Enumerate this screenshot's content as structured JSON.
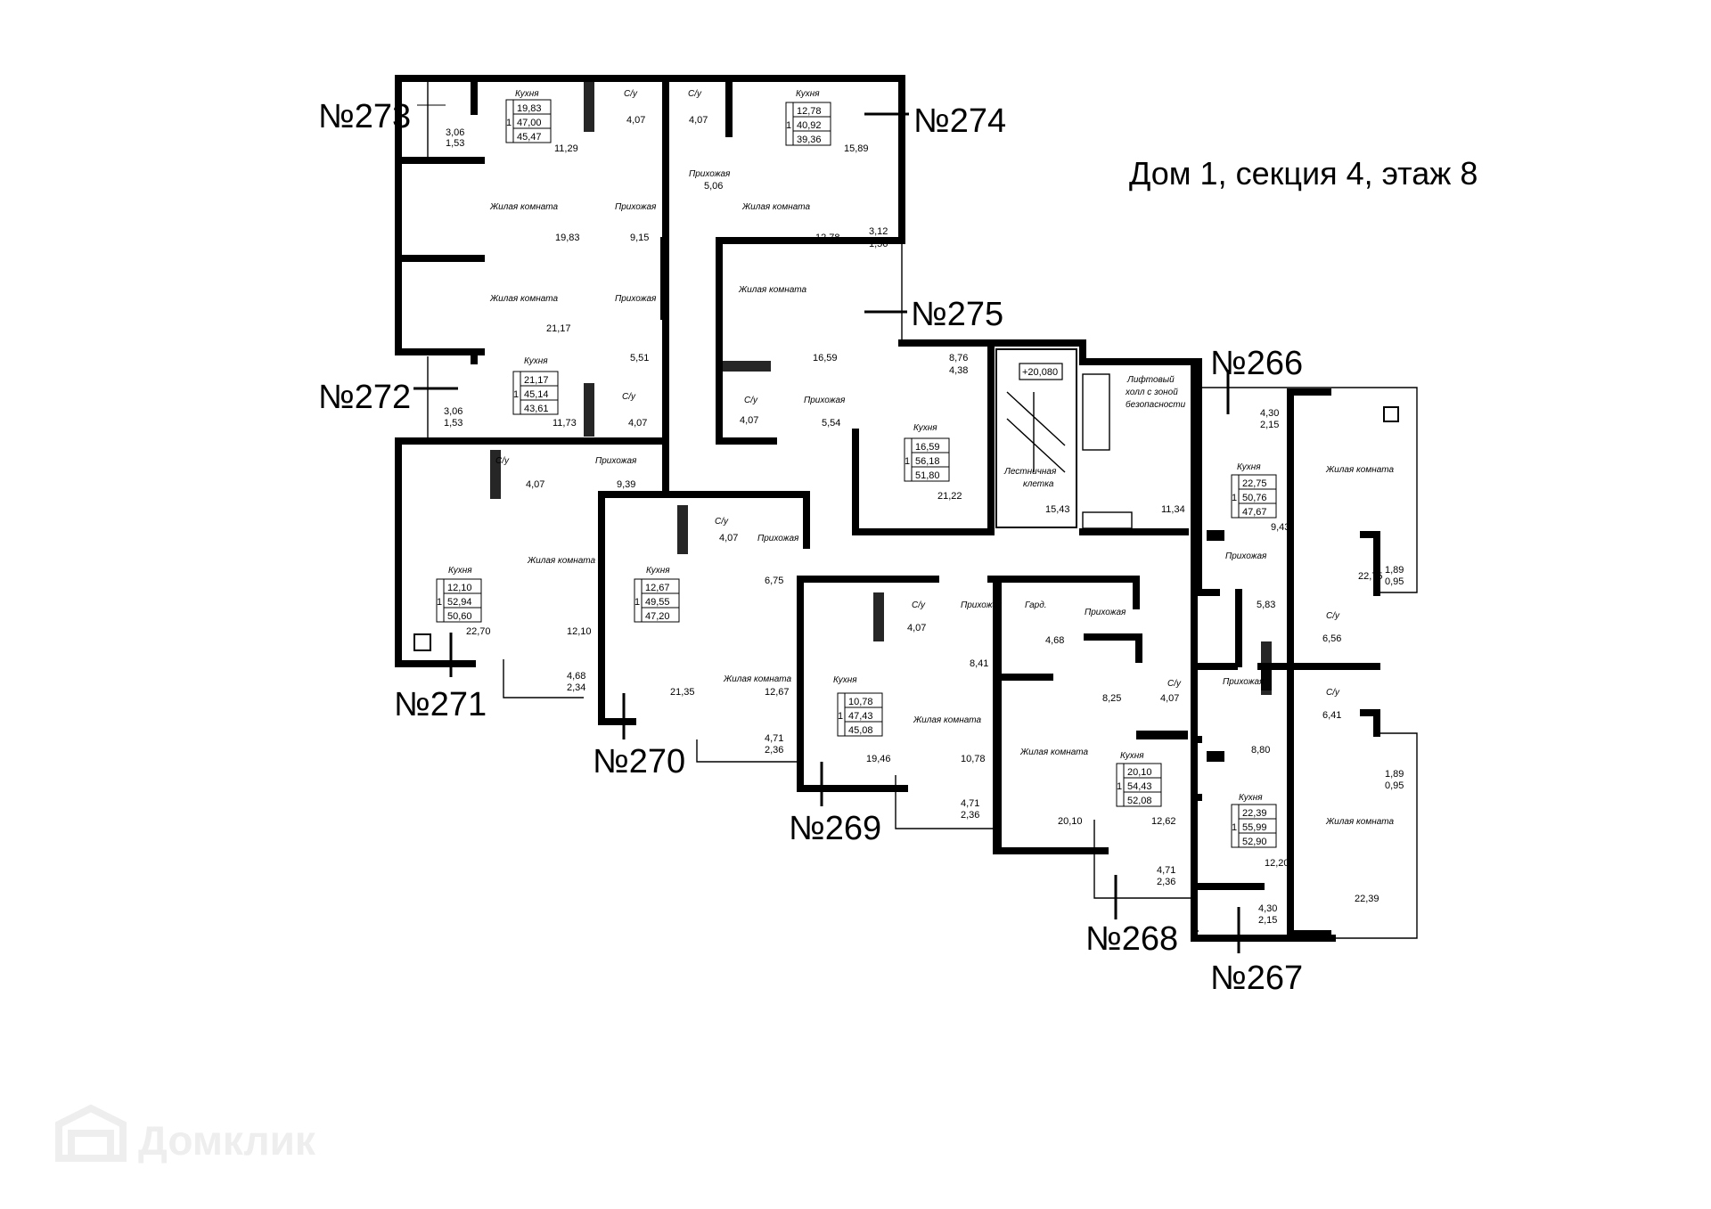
{
  "title": "Дом 1, секция 4, этаж 8",
  "watermark": "Домклик",
  "apartments": [
    {
      "label": "№273"
    },
    {
      "label": "№274"
    },
    {
      "label": "№275"
    },
    {
      "label": "№272"
    },
    {
      "label": "№266"
    },
    {
      "label": "№271"
    },
    {
      "label": "№270"
    },
    {
      "label": "№269"
    },
    {
      "label": "№268"
    },
    {
      "label": "№267"
    }
  ],
  "rooms": [
    {
      "name": "Кухня"
    },
    {
      "name": "С/у"
    },
    {
      "name": "С/у"
    },
    {
      "name": "Кухня"
    },
    {
      "name": "Жилая комната"
    },
    {
      "name": "Прихожая"
    },
    {
      "name": "Прихожая"
    },
    {
      "name": "Жилая комната"
    },
    {
      "name": "Жилая комната"
    },
    {
      "name": "Жилая комната"
    },
    {
      "name": "Прихожая"
    },
    {
      "name": "Кухня"
    },
    {
      "name": "С/у"
    },
    {
      "name": "С/у"
    },
    {
      "name": "Прихожая"
    },
    {
      "name": "Кухня"
    },
    {
      "name": "С/у"
    },
    {
      "name": "Прихожая"
    },
    {
      "name": "Кухня"
    },
    {
      "name": "Жилая комната"
    },
    {
      "name": "Кухня"
    },
    {
      "name": "С/у"
    },
    {
      "name": "Прихожая"
    },
    {
      "name": "Жилая комната"
    },
    {
      "name": "Кухня"
    },
    {
      "name": "С/у"
    },
    {
      "name": "Прихожая"
    },
    {
      "name": "Жилая комната"
    },
    {
      "name": "Гард."
    },
    {
      "name": "Прихожая"
    },
    {
      "name": "Жилая комната"
    },
    {
      "name": "Кухня"
    },
    {
      "name": "С/у"
    },
    {
      "name": "Лестничная"
    },
    {
      "name": "клетка"
    },
    {
      "name": "Лифтовый"
    },
    {
      "name": "холл с зоной"
    },
    {
      "name": "безопасности"
    },
    {
      "name": "Прихожая"
    },
    {
      "name": "Кухня"
    },
    {
      "name": "Жилая комната"
    },
    {
      "name": "С/у"
    },
    {
      "name": "Прихожая"
    },
    {
      "name": "С/у"
    },
    {
      "name": "Кухня"
    },
    {
      "name": "Жилая комната"
    }
  ],
  "areas": [
    {
      "v": "3,06"
    },
    {
      "v": "1,53"
    },
    {
      "v": "4,07"
    },
    {
      "v": "11,29"
    },
    {
      "v": "4,07"
    },
    {
      "v": "15,89"
    },
    {
      "v": "19,83"
    },
    {
      "v": "9,15"
    },
    {
      "v": "5,06"
    },
    {
      "v": "12,78"
    },
    {
      "v": "3,12"
    },
    {
      "v": "1,56"
    },
    {
      "v": "21,17"
    },
    {
      "v": "5,51"
    },
    {
      "v": "16,59"
    },
    {
      "v": "8,76"
    },
    {
      "v": "4,38"
    },
    {
      "v": "3,06"
    },
    {
      "v": "1,53"
    },
    {
      "v": "11,73"
    },
    {
      "v": "4,07"
    },
    {
      "v": "4,07"
    },
    {
      "v": "5,54"
    },
    {
      "v": "4,07"
    },
    {
      "v": "9,39"
    },
    {
      "v": "21,22"
    },
    {
      "v": "4,07"
    },
    {
      "v": "22,70"
    },
    {
      "v": "12,10"
    },
    {
      "v": "6,75"
    },
    {
      "v": "4,68"
    },
    {
      "v": "2,34"
    },
    {
      "v": "21,35"
    },
    {
      "v": "12,67"
    },
    {
      "v": "4,71"
    },
    {
      "v": "2,36"
    },
    {
      "v": "4,07"
    },
    {
      "v": "19,46"
    },
    {
      "v": "8,41"
    },
    {
      "v": "10,78"
    },
    {
      "v": "4,71"
    },
    {
      "v": "2,36"
    },
    {
      "v": "4,68"
    },
    {
      "v": "8,25"
    },
    {
      "v": "4,07"
    },
    {
      "v": "20,10"
    },
    {
      "v": "12,62"
    },
    {
      "v": "4,71"
    },
    {
      "v": "2,36"
    },
    {
      "v": "15,43"
    },
    {
      "v": "11,34"
    },
    {
      "v": "4,30"
    },
    {
      "v": "2,15"
    },
    {
      "v": "9,43"
    },
    {
      "v": "22,75"
    },
    {
      "v": "1,89"
    },
    {
      "v": "0,95"
    },
    {
      "v": "5,83"
    },
    {
      "v": "6,56"
    },
    {
      "v": "6,41"
    },
    {
      "v": "8,80"
    },
    {
      "v": "1,89"
    },
    {
      "v": "0,95"
    },
    {
      "v": "12,20"
    },
    {
      "v": "4,30"
    },
    {
      "v": "2,15"
    },
    {
      "v": "22,39"
    }
  ],
  "level_mark": "+20,080",
  "info_boxes": [
    {
      "rooms": "1",
      "v1": "19,83",
      "v2": "47,00",
      "v3": "45,47"
    },
    {
      "rooms": "1",
      "v1": "12,78",
      "v2": "40,92",
      "v3": "39,36"
    },
    {
      "rooms": "1",
      "v1": "21,17",
      "v2": "45,14",
      "v3": "43,61"
    },
    {
      "rooms": "1",
      "v1": "16,59",
      "v2": "56,18",
      "v3": "51,80"
    },
    {
      "rooms": "1",
      "v1": "12,10",
      "v2": "52,94",
      "v3": "50,60"
    },
    {
      "rooms": "1",
      "v1": "12,67",
      "v2": "49,55",
      "v3": "47,20"
    },
    {
      "rooms": "1",
      "v1": "10,78",
      "v2": "47,43",
      "v3": "45,08"
    },
    {
      "rooms": "1",
      "v1": "20,10",
      "v2": "54,43",
      "v3": "52,08"
    },
    {
      "rooms": "1",
      "v1": "22,75",
      "v2": "50,76",
      "v3": "47,67"
    },
    {
      "rooms": "1",
      "v1": "22,39",
      "v2": "55,99",
      "v3": "52,90"
    }
  ]
}
